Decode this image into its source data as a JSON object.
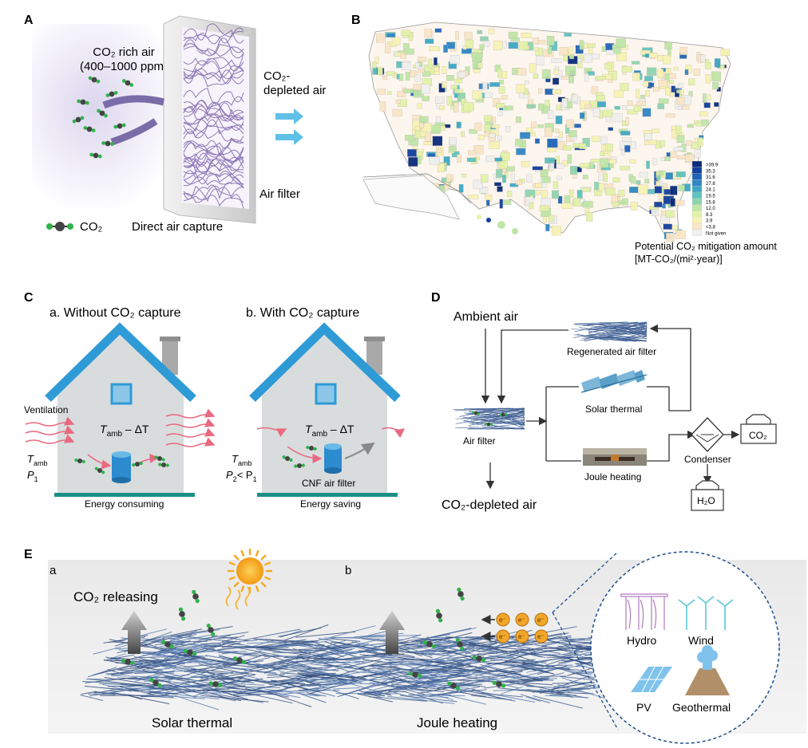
{
  "panel_labels": {
    "A": "A",
    "B": "B",
    "C": "C",
    "D": "D",
    "E": "E"
  },
  "panelA": {
    "rich_air": "CO₂ rich air",
    "ppm": "(400–1000 ppm)",
    "depleted_line1": "CO₂-",
    "depleted_line2": "depleted air",
    "air_filter": "Air filter",
    "legend_co2": "CO₂",
    "caption": "Direct air capture",
    "colors": {
      "filter_fiber": "#6a4fa0",
      "arrow": "#5fc0e8",
      "carbon": "#444444",
      "oxygen": "#2fb34a"
    }
  },
  "panelB": {
    "legend_title": "Potential CO₂ mitigation amount",
    "legend_unit": "[MT-CO₂/(mi²·year)]",
    "legend_entries": [
      ">39.9",
      "35.3",
      "31.6",
      "27.8",
      "24.1",
      "19.5",
      "15.8",
      "12.0",
      "8.3",
      "3.9",
      "<3.8",
      "Not given"
    ],
    "legend_colors": [
      "#0a2a7a",
      "#123f9c",
      "#1f63b8",
      "#2f86c4",
      "#3da7c4",
      "#5ec2bd",
      "#8fd4b0",
      "#bfe6a8",
      "#e3f2a9",
      "#f7f3b5",
      "#f9e6c6",
      "#efefef"
    ]
  },
  "panelC": {
    "title_a": "a. Without CO₂ capture",
    "title_b": "b. With CO₂ capture",
    "ventilation": "Ventilation",
    "tamb_delta": "T",
    "tamb_sub": "amb",
    "minus_dt": " – ΔT",
    "t_sym": "T",
    "p1_sym": "P",
    "p1_sub": "1",
    "p2_text": "P",
    "p2_sub": "2",
    "lt": "< P",
    "energy_consuming": "Energy consuming",
    "energy_saving": "Energy saving",
    "cnf_filter": "CNF air filter",
    "colors": {
      "roof": "#2e9bd6",
      "wall": "#d9dcdd",
      "floor": "#1a8f88",
      "arrow": "#e86a80"
    }
  },
  "panelD": {
    "ambient_air": "Ambient air",
    "regenerated": "Regenerated air filter",
    "air_filter": "Air filter",
    "solar_thermal": "Solar thermal",
    "joule_heating": "Joule heating",
    "condenser": "Condenser",
    "co2": "CO₂",
    "h2o": "H₂O",
    "depleted": "CO₂-depleted air"
  },
  "panelE": {
    "sub_a": "a",
    "sub_b": "b",
    "releasing": "CO₂ releasing",
    "solar_thermal": "Solar thermal",
    "joule_heating": "Joule heating",
    "electron": "e⁻",
    "hydro": "Hydro",
    "wind": "Wind",
    "pv": "PV",
    "geothermal": "Geothermal",
    "colors": {
      "mesh": "#3f5f93",
      "sun": "#f7a81b",
      "background": "#ededed"
    }
  }
}
